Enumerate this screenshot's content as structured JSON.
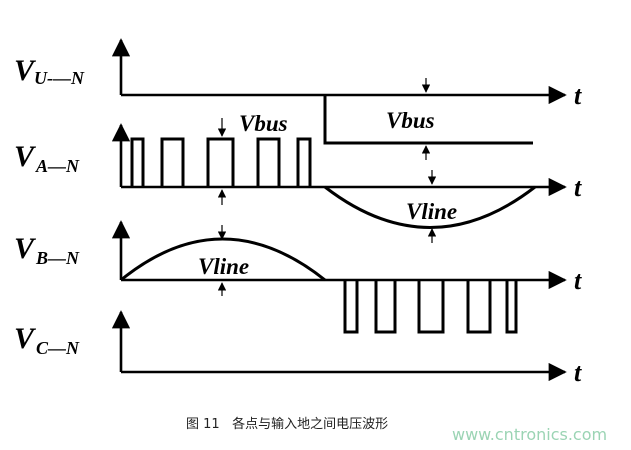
{
  "signals": [
    {
      "main": "V",
      "sub": "U-—N"
    },
    {
      "main": "V",
      "sub": "A—N"
    },
    {
      "main": "V",
      "sub": "B—N"
    },
    {
      "main": "V",
      "sub": "C—N"
    }
  ],
  "time_label": "t",
  "annotations": {
    "vbus_a": "Vbus",
    "vbus_u": "Vbus",
    "vline_a": "Vline",
    "vline_b": "Vline"
  },
  "caption": "图 11   各点与输入地之间电压波形",
  "watermark": "www.cntronics.com"
}
